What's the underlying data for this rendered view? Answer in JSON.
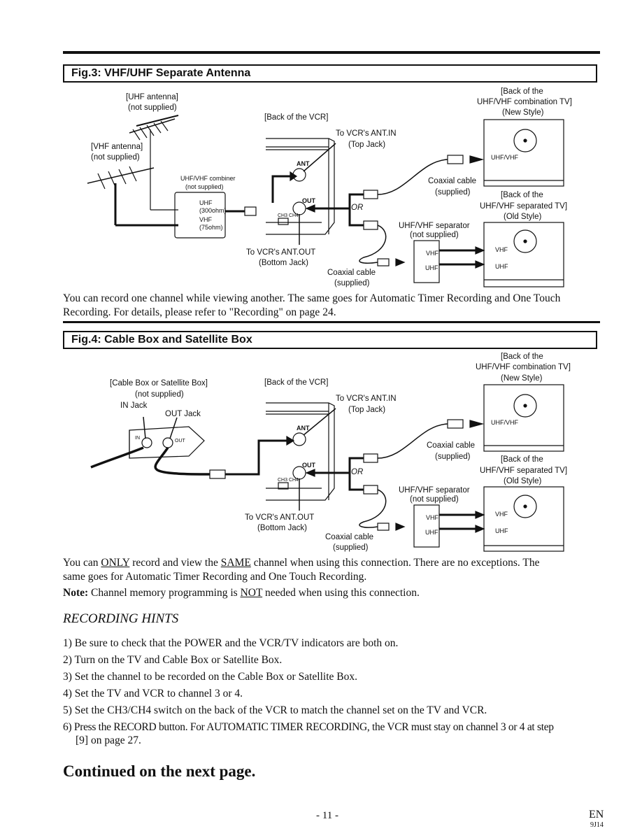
{
  "fig3": {
    "title": "Fig.3: VHF/UHF Separate Antenna",
    "labels": {
      "uhf_antenna": "[UHF antenna]",
      "uhf_antenna_note": "(not supplied)",
      "vhf_antenna": "[VHF antenna]",
      "vhf_antenna_note": "(not supplied)",
      "combiner": "UHF/VHF combiner",
      "combiner_note": "(not supplied)",
      "combiner_uhf": "UHF",
      "combiner_300": "(300ohm)",
      "combiner_vhf": "VHF",
      "combiner_75": "(75ohm)",
      "back_vcr": "[Back of the VCR]",
      "ant": "ANT",
      "out": "OUT",
      "ch34": "CH3 CH4",
      "to_ant_in": "To VCR's ANT.IN",
      "top_jack": "(Top Jack)",
      "to_ant_out": "To VCR's ANT.OUT",
      "bottom_jack": "(Bottom Jack)",
      "or": "OR",
      "coax1": "Coaxial cable",
      "coax1_note": "(supplied)",
      "coax2": "Coaxial cable",
      "coax2_note": "(supplied)",
      "separator": "UHF/VHF separator",
      "separator_note": "(not supplied)",
      "tv_new_1": "[Back of the",
      "tv_new_2": "UHF/VHF combination TV]",
      "tv_new_3": "(New Style)",
      "tv_new_port": "UHF/VHF",
      "tv_old_1": "[Back of the",
      "tv_old_2": "UHF/VHF separated TV]",
      "tv_old_3": "(Old Style)",
      "tv_old_vhf": "VHF",
      "tv_old_uhf": "UHF",
      "sep_vhf": "VHF",
      "sep_uhf": "UHF"
    },
    "text_line1": "You can record one channel while viewing another. The same goes for Automatic Timer Recording and One Touch",
    "text_line2": "Recording. For details, please refer to \"Recording\" on page 24."
  },
  "fig4": {
    "title": "Fig.4: Cable Box and Satellite Box",
    "labels": {
      "box": "[Cable Box or Satellite Box]",
      "box_note": "(not supplied)",
      "in_jack": "IN Jack",
      "out_jack": "OUT Jack",
      "box_in": "IN",
      "box_out": "OUT",
      "back_vcr": "[Back of the VCR]",
      "ant": "ANT",
      "out": "OUT",
      "ch34": "CH3 CH4",
      "to_ant_in": "To VCR's ANT.IN",
      "top_jack": "(Top Jack)",
      "to_ant_out": "To VCR's ANT.OUT",
      "bottom_jack": "(Bottom Jack)",
      "or": "OR",
      "coax1": "Coaxial cable",
      "coax1_note": "(supplied)",
      "coax2": "Coaxial cable",
      "coax2_note": "(supplied)",
      "separator": "UHF/VHF separator",
      "separator_note": "(not supplied)",
      "tv_new_1": "[Back of the",
      "tv_new_2": "UHF/VHF combination TV]",
      "tv_new_3": "(New Style)",
      "tv_new_port": "UHF/VHF",
      "tv_old_1": "[Back of the",
      "tv_old_2": "UHF/VHF separated TV]",
      "tv_old_3": "(Old Style)",
      "tv_old_vhf": "VHF",
      "tv_old_uhf": "UHF",
      "sep_vhf": "VHF",
      "sep_uhf": "UHF"
    },
    "text1_a": "You can ",
    "text1_only": "ONLY",
    "text1_b": " record and view the ",
    "text1_same": "SAME",
    "text1_c": " channel when using this connection. There are no exceptions. The",
    "text2": "same goes for Automatic Timer Recording and One Touch Recording.",
    "note_label": "Note:",
    "note_a": " Channel memory programming is ",
    "note_not": "NOT",
    "note_b": " needed when using this connection."
  },
  "hints": {
    "title": "RECORDING HINTS",
    "items": [
      "1) Be sure to check that the POWER and the VCR/TV indicators are both on.",
      "2) Turn on the TV and Cable Box or Satellite Box.",
      "3) Set the channel to be recorded on the Cable Box or Satellite Box.",
      "4) Set the TV and VCR to channel 3 or 4.",
      "5) Set the CH3/CH4 switch on the back of the VCR to match the channel set on the TV and VCR.",
      "6) Press the RECORD button. For AUTOMATIC TIMER RECORDING, the VCR must stay on channel 3 or 4 at step",
      "[9] on page 27."
    ]
  },
  "continued": "Continued on the next page.",
  "footer": {
    "page": "- 11 -",
    "lang": "EN",
    "code": "9J14"
  }
}
